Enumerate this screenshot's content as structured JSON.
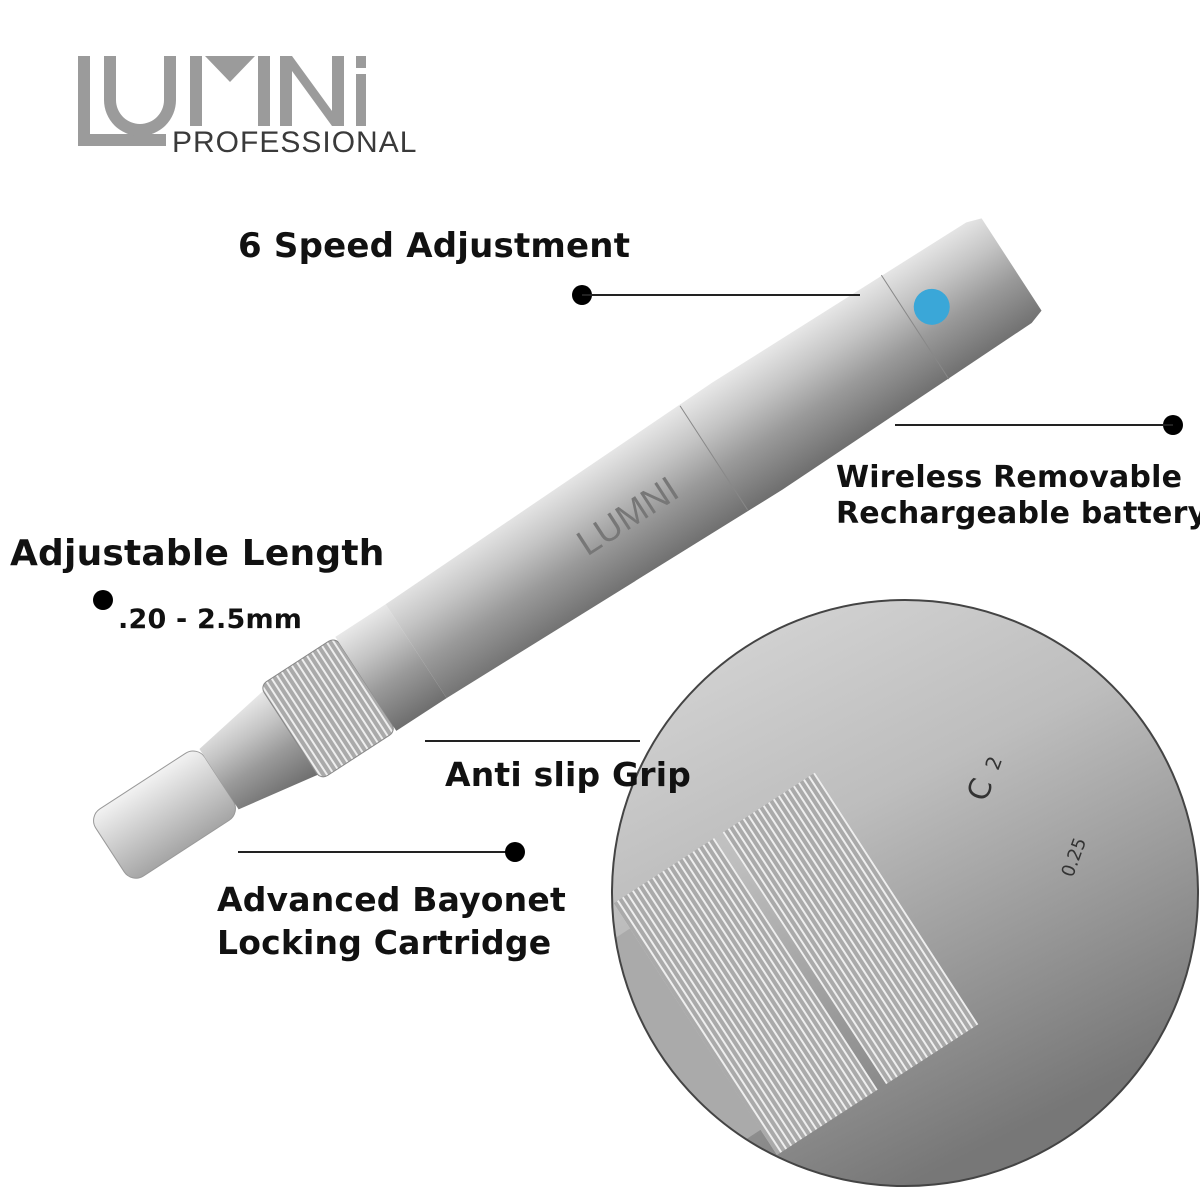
{
  "brand": {
    "logo_text": "LUMNI",
    "tagline": "PROFESSIONAL",
    "pen_engraving": "LUMNI"
  },
  "callouts": {
    "speed": "6 Speed Adjustment",
    "battery_line1": "Wireless Removable",
    "battery_line2": "Rechargeable battery",
    "length": "Adjustable Length",
    "length_range": ".20 - 2.5mm",
    "grip": "Anti slip Grip",
    "cartridge_line1": "Advanced Bayonet",
    "cartridge_line2": "Locking Cartridge"
  },
  "dial_markings": {
    "letter": "C",
    "digit": "2",
    "value": "0.25"
  },
  "colors": {
    "button": "#3aa7d8",
    "metal": "#b8b8b8",
    "logo": "#9a9a9a",
    "text": "#111111"
  }
}
